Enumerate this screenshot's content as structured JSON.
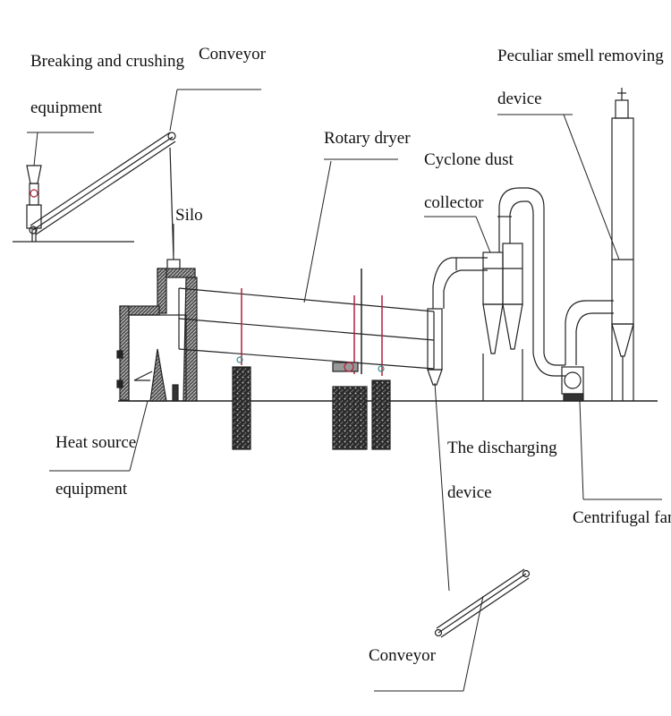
{
  "labels": {
    "breaking_line1": "Breaking and crushing",
    "breaking_line2": "equipment",
    "conveyor_top": "Conveyor",
    "silo": "Silo",
    "rotary_dryer": "Rotary dryer",
    "cyclone_line1": "Cyclone dust",
    "cyclone_line2": "collector",
    "smell_line1": "Peculiar smell removing",
    "smell_line2": "device",
    "heat_line1": "Heat source",
    "heat_line2": "equipment",
    "discharging_line1": "The discharging",
    "discharging_line2": "device",
    "centrifugal_fan": "Centrifugal fan",
    "conveyor_bottom": "Conveyor"
  },
  "colors": {
    "line": "#222222",
    "fill_dark": "#333333",
    "accent_red": "#b0203a",
    "accent_teal": "#2a8a8a",
    "text": "#111111"
  }
}
